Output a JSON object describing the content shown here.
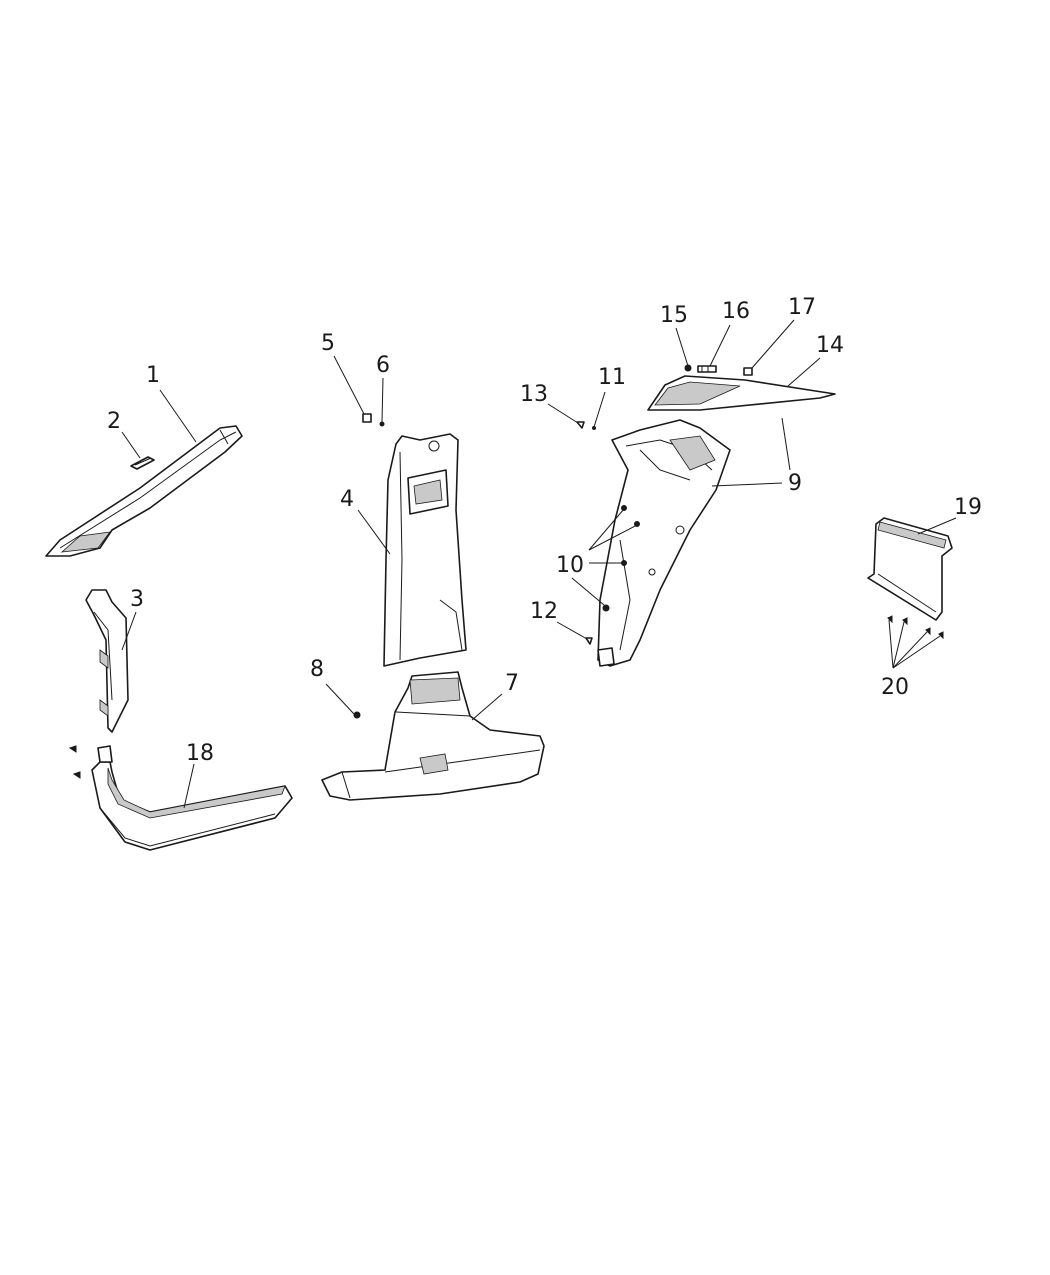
{
  "callouts": {
    "c1": "1",
    "c2": "2",
    "c3": "3",
    "c4": "4",
    "c5": "5",
    "c6": "6",
    "c7": "7",
    "c8": "8",
    "c9": "9",
    "c10": "10",
    "c11": "11",
    "c12": "12",
    "c13": "13",
    "c14": "14",
    "c15": "15",
    "c16": "16",
    "c17": "17",
    "c18": "18",
    "c19": "19",
    "c20": "20"
  },
  "colors": {
    "line": "#1a1a1a",
    "shade": "#c9c9c9",
    "background": "#ffffff"
  }
}
